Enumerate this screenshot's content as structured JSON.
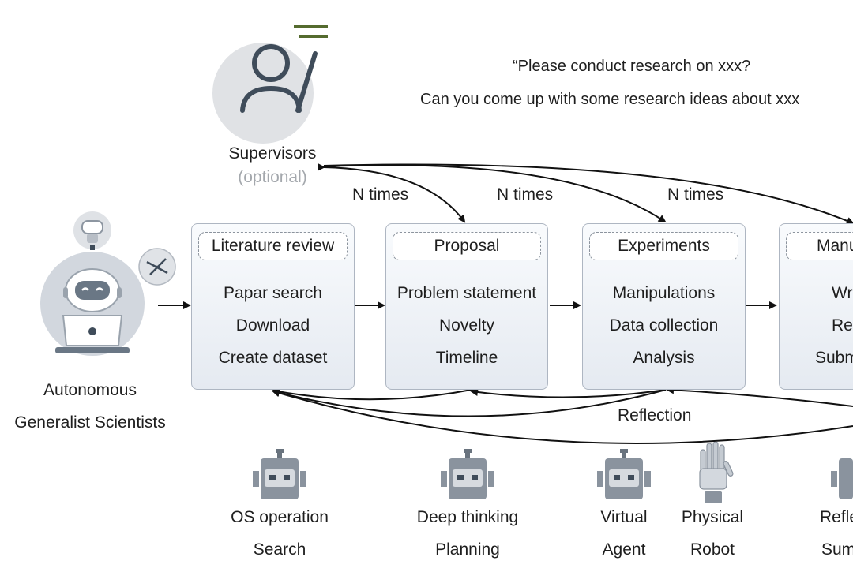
{
  "prompt": {
    "line1": "“Please conduct research on xxx?",
    "line2": "Can you come up with some research ideas about xxx"
  },
  "supervisor": {
    "label": "Supervisors",
    "note": "(optional)",
    "icon": "person-icon"
  },
  "scientist": {
    "line1": "Autonomous",
    "line2": "Generalist Scientists",
    "icon": "robot-laptop-icon"
  },
  "loops": {
    "n1": "N times",
    "n2": "N times",
    "n3": "N times",
    "reflection": "Reflection"
  },
  "stages": [
    {
      "title": "Literature review",
      "items": [
        "Papar search",
        "Download",
        "Create dataset"
      ]
    },
    {
      "title": "Proposal",
      "items": [
        "Problem statement",
        "Novelty",
        "Timeline"
      ]
    },
    {
      "title": "Experiments",
      "items": [
        "Manipulations",
        "Data collection",
        "Analysis"
      ]
    },
    {
      "title": "Manu",
      "items": [
        "Wr",
        "Re",
        "Subm"
      ]
    }
  ],
  "agents": [
    {
      "line1": "OS operation",
      "line2": "Search",
      "icon": "robot-head-icon"
    },
    {
      "line1": "Deep thinking",
      "line2": "Planning",
      "icon": "robot-head-icon"
    },
    {
      "line1": "Virtual",
      "line2": "Agent",
      "icon": "robot-head-icon"
    },
    {
      "line1": "Physical",
      "line2": "Robot",
      "icon": "robot-hand-icon"
    },
    {
      "line1": "Refle",
      "line2": "Sum",
      "icon": "robot-head-icon"
    }
  ],
  "colors": {
    "accent_green": "#556b2f",
    "icon_slate": "#3f4c5a",
    "card_border": "#aeb6c2",
    "arrow": "#111111"
  }
}
